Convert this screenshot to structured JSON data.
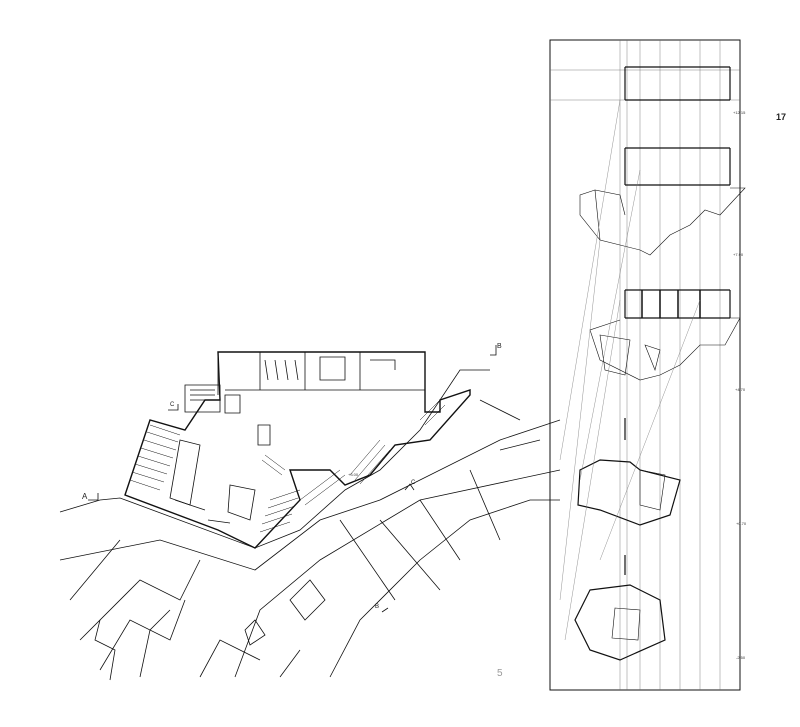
{
  "page_numbers": {
    "right": "17",
    "left": "5"
  },
  "site_plan": {
    "section_markers": [
      "A",
      "B",
      "C",
      "B",
      "C"
    ],
    "elevation_label": "+3.00"
  },
  "sections_sheet": {
    "level_labels": [
      "+12.15",
      "+7.90",
      "+4.70",
      "+0.70",
      "-2.50"
    ]
  },
  "colors": {
    "ink": "#111111",
    "paper": "#ffffff"
  }
}
